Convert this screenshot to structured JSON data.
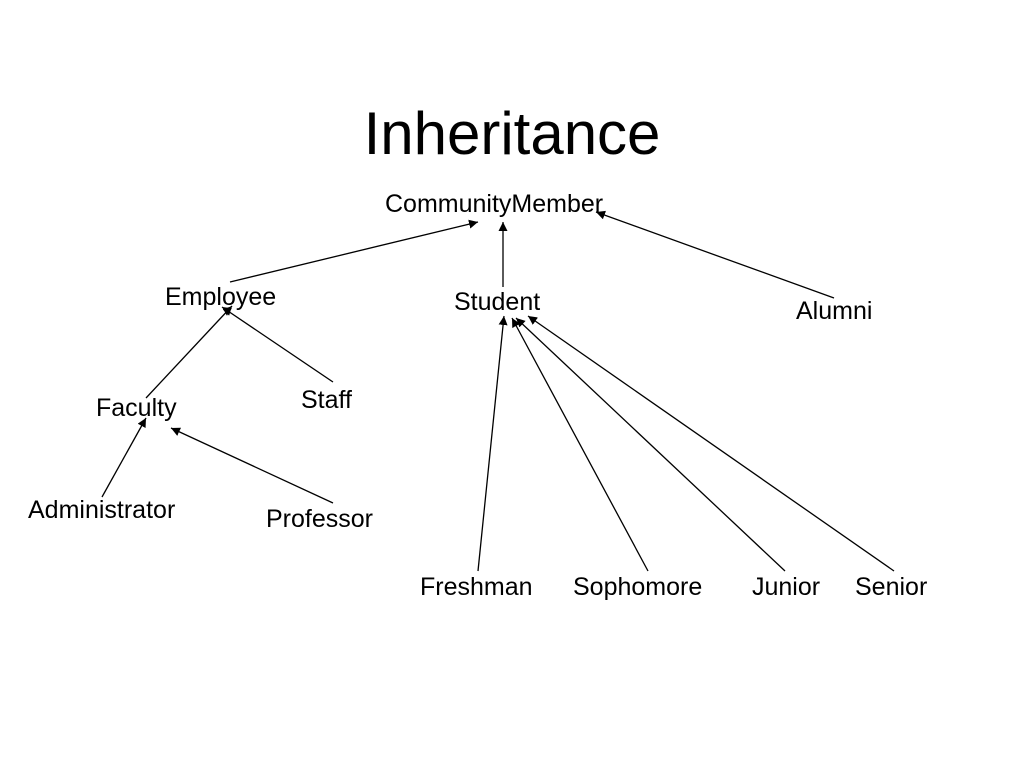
{
  "slide": {
    "title": "Inheritance"
  },
  "diagram": {
    "nodes": [
      {
        "id": "communitymember",
        "label": "CommunityMember"
      },
      {
        "id": "employee",
        "label": "Employee"
      },
      {
        "id": "student",
        "label": "Student"
      },
      {
        "id": "alumni",
        "label": "Alumni"
      },
      {
        "id": "faculty",
        "label": "Faculty"
      },
      {
        "id": "staff",
        "label": "Staff"
      },
      {
        "id": "administrator",
        "label": "Administrator"
      },
      {
        "id": "professor",
        "label": "Professor"
      },
      {
        "id": "freshman",
        "label": "Freshman"
      },
      {
        "id": "sophomore",
        "label": "Sophomore"
      },
      {
        "id": "junior",
        "label": "Junior"
      },
      {
        "id": "senior",
        "label": "Senior"
      }
    ],
    "edges": [
      {
        "from": "employee",
        "to": "communitymember"
      },
      {
        "from": "student",
        "to": "communitymember"
      },
      {
        "from": "alumni",
        "to": "communitymember"
      },
      {
        "from": "faculty",
        "to": "employee"
      },
      {
        "from": "staff",
        "to": "employee"
      },
      {
        "from": "administrator",
        "to": "faculty"
      },
      {
        "from": "professor",
        "to": "faculty"
      },
      {
        "from": "freshman",
        "to": "student"
      },
      {
        "from": "sophomore",
        "to": "student"
      },
      {
        "from": "junior",
        "to": "student"
      },
      {
        "from": "senior",
        "to": "student"
      }
    ]
  }
}
